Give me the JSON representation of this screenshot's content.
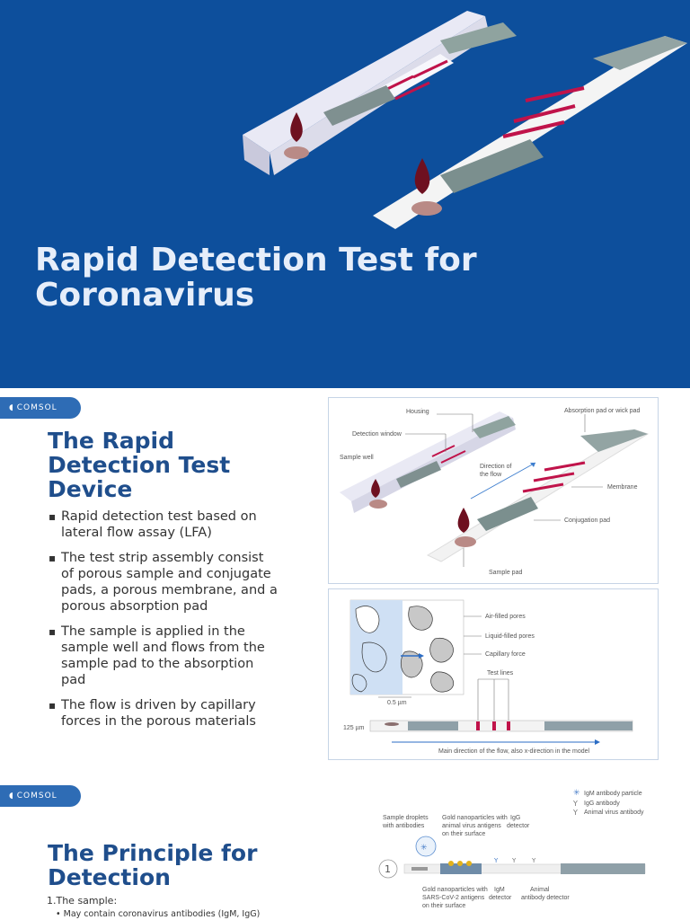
{
  "slide1": {
    "title_line1": "Rapid Detection Test for",
    "title_line2": "Coronavirus",
    "colors": {
      "background": "#0d4f9c",
      "title": "#e6eefa"
    }
  },
  "logo": {
    "text": "COMSOL"
  },
  "slide2": {
    "heading_line1": "The Rapid",
    "heading_line2": "Detection Test",
    "heading_line3": "Device",
    "bullets": [
      "Rapid detection test based on lateral flow assay (LFA)",
      "The test strip assembly consist of porous sample and conjugate pads, a porous membrane, and a porous absorption pad",
      "The sample is applied in the sample well and flows from the sample pad to the absorption pad",
      "The flow is driven by capillary forces in the porous materials"
    ],
    "figure1_labels": {
      "housing": "Housing",
      "detection_window": "Detection window",
      "sample_well": "Sample well",
      "direction_line1": "Direction of",
      "direction_line2": "the flow",
      "absorption_pad": "Absorption pad or wick pad",
      "membrane": "Membrane",
      "conjugation_pad": "Conjugation pad",
      "sample_pad": "Sample pad"
    },
    "figure2_labels": {
      "air_pores": "Air-filled pores",
      "liquid_pores": "Liquid-filled pores",
      "capillary_force": "Capillary force",
      "test_lines": "Test lines",
      "scale": "0.5 µm",
      "thickness": "125 µm",
      "flow_direction": "Main direction of the flow, also x-direction in the model"
    }
  },
  "slide3": {
    "heading_line1": "The Principle for",
    "heading_line2": "Detection",
    "step_label": "1.The sample:",
    "sub_bullet": "May contain coronavirus antibodies (IgM, IgG)",
    "figure_labels": {
      "legend_igm": "IgM antibody particle",
      "legend_igg": "IgG antibody",
      "legend_animal": "Animal virus antibody",
      "sample_droplets_line1": "Sample droplets",
      "sample_droplets_line2": "with antibodies",
      "gold_np_animal_line1": "Gold nanoparticles with",
      "gold_np_animal_line2": "animal virus antigens",
      "gold_np_animal_line3": "on their surface",
      "igg_detector_line1": "IgG",
      "igg_detector_line2": "detector",
      "gold_np_sars_line1": "Gold nanoparticles with",
      "gold_np_sars_line2": "SARS-CoV-2 antigens",
      "gold_np_sars_line3": "on their surface",
      "igm_detector_line1": "IgM",
      "igm_detector_line2": "detector",
      "animal_detector_line1": "Animal",
      "animal_detector_line2": "antibody detector",
      "step_number": "1"
    }
  }
}
